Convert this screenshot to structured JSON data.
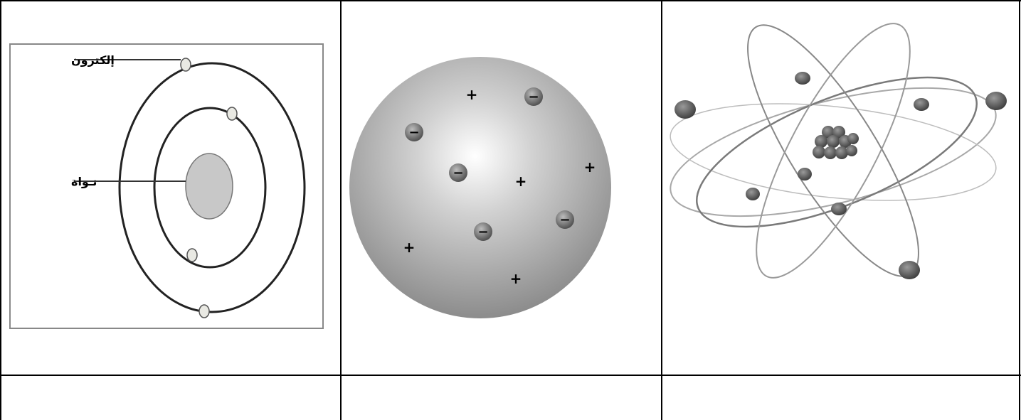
{
  "cells": [
    {
      "id": "bohr-model",
      "labels": {
        "electron": "إلكترون",
        "nucleus": "نـواة"
      }
    },
    {
      "id": "thomson-model",
      "charges": {
        "negative_symbol": "−",
        "positive_symbol": "+"
      }
    },
    {
      "id": "rutherford-model"
    }
  ],
  "bottom_row": [
    "",
    "",
    ""
  ],
  "colors": {
    "grid": "#000000",
    "nucleus_fill": "#c8c8c8",
    "sphere_light": "#ffffff",
    "sphere_dark": "#8a8a8a",
    "particle": "#555555"
  }
}
